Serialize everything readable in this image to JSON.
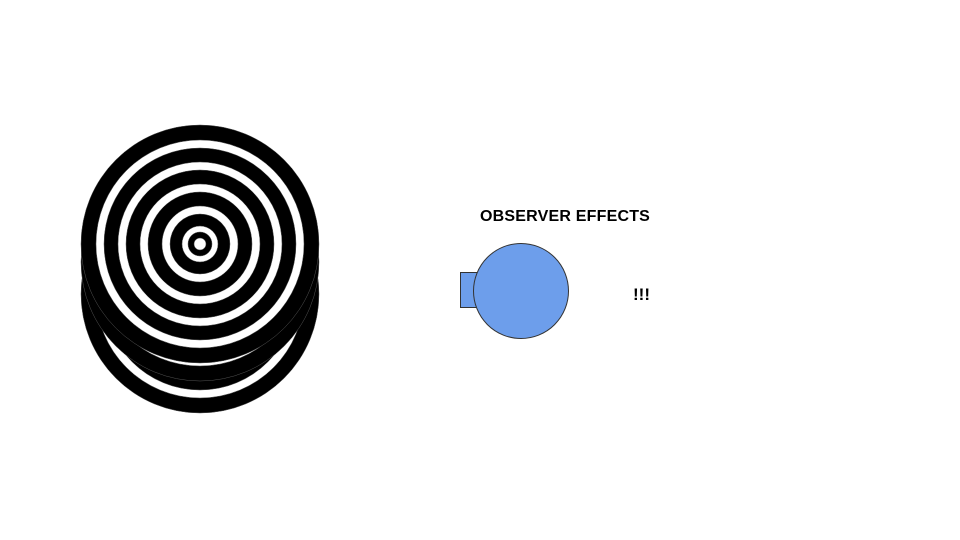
{
  "slide": {
    "title": "OBSERVER EFFECTS",
    "exclamation": "!!!"
  },
  "colors": {
    "background": "#ffffff",
    "ring": "#000000",
    "observer_fill": "#6d9eeb",
    "outline": "#333333"
  },
  "icons": {
    "rings": "concentric-ripple-rings",
    "observer": "blue-circle-with-square"
  }
}
